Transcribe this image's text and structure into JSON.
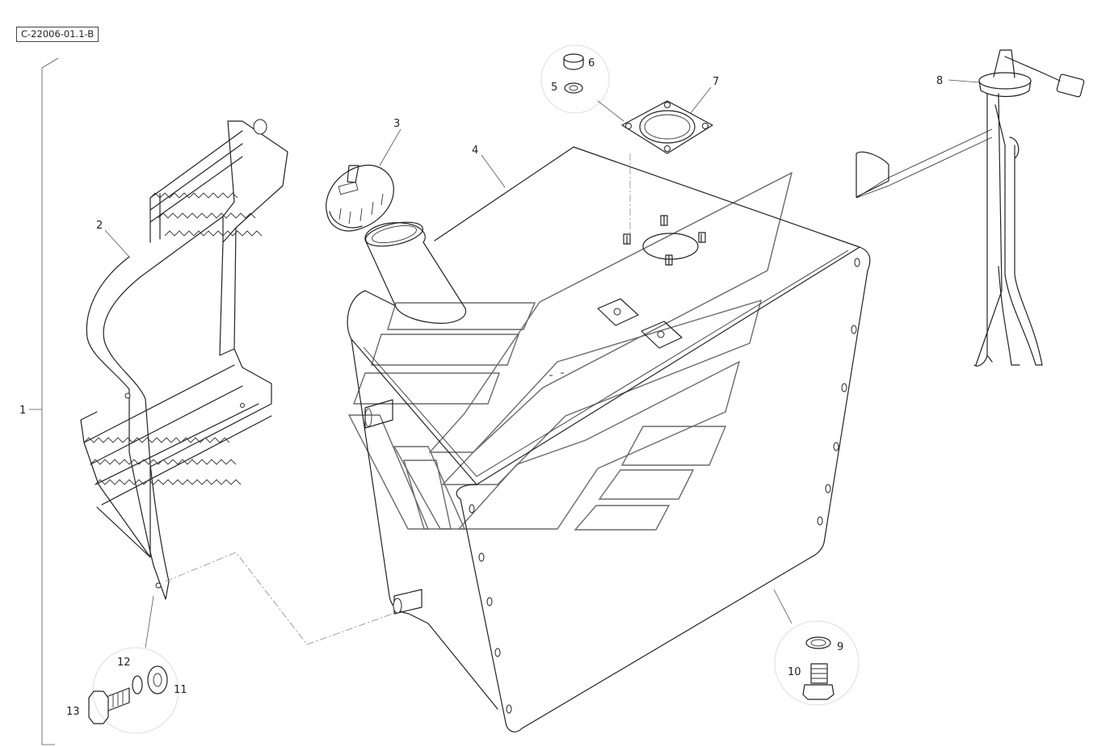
{
  "drawing_code": "C-22006-01.1-B",
  "callouts": {
    "c1": "1",
    "c2": "2",
    "c3": "3",
    "c4": "4",
    "c5": "5",
    "c6": "6",
    "c7": "7",
    "c8": "8",
    "c9": "9",
    "c10": "10",
    "c11": "11",
    "c12": "12",
    "c13": "13"
  }
}
